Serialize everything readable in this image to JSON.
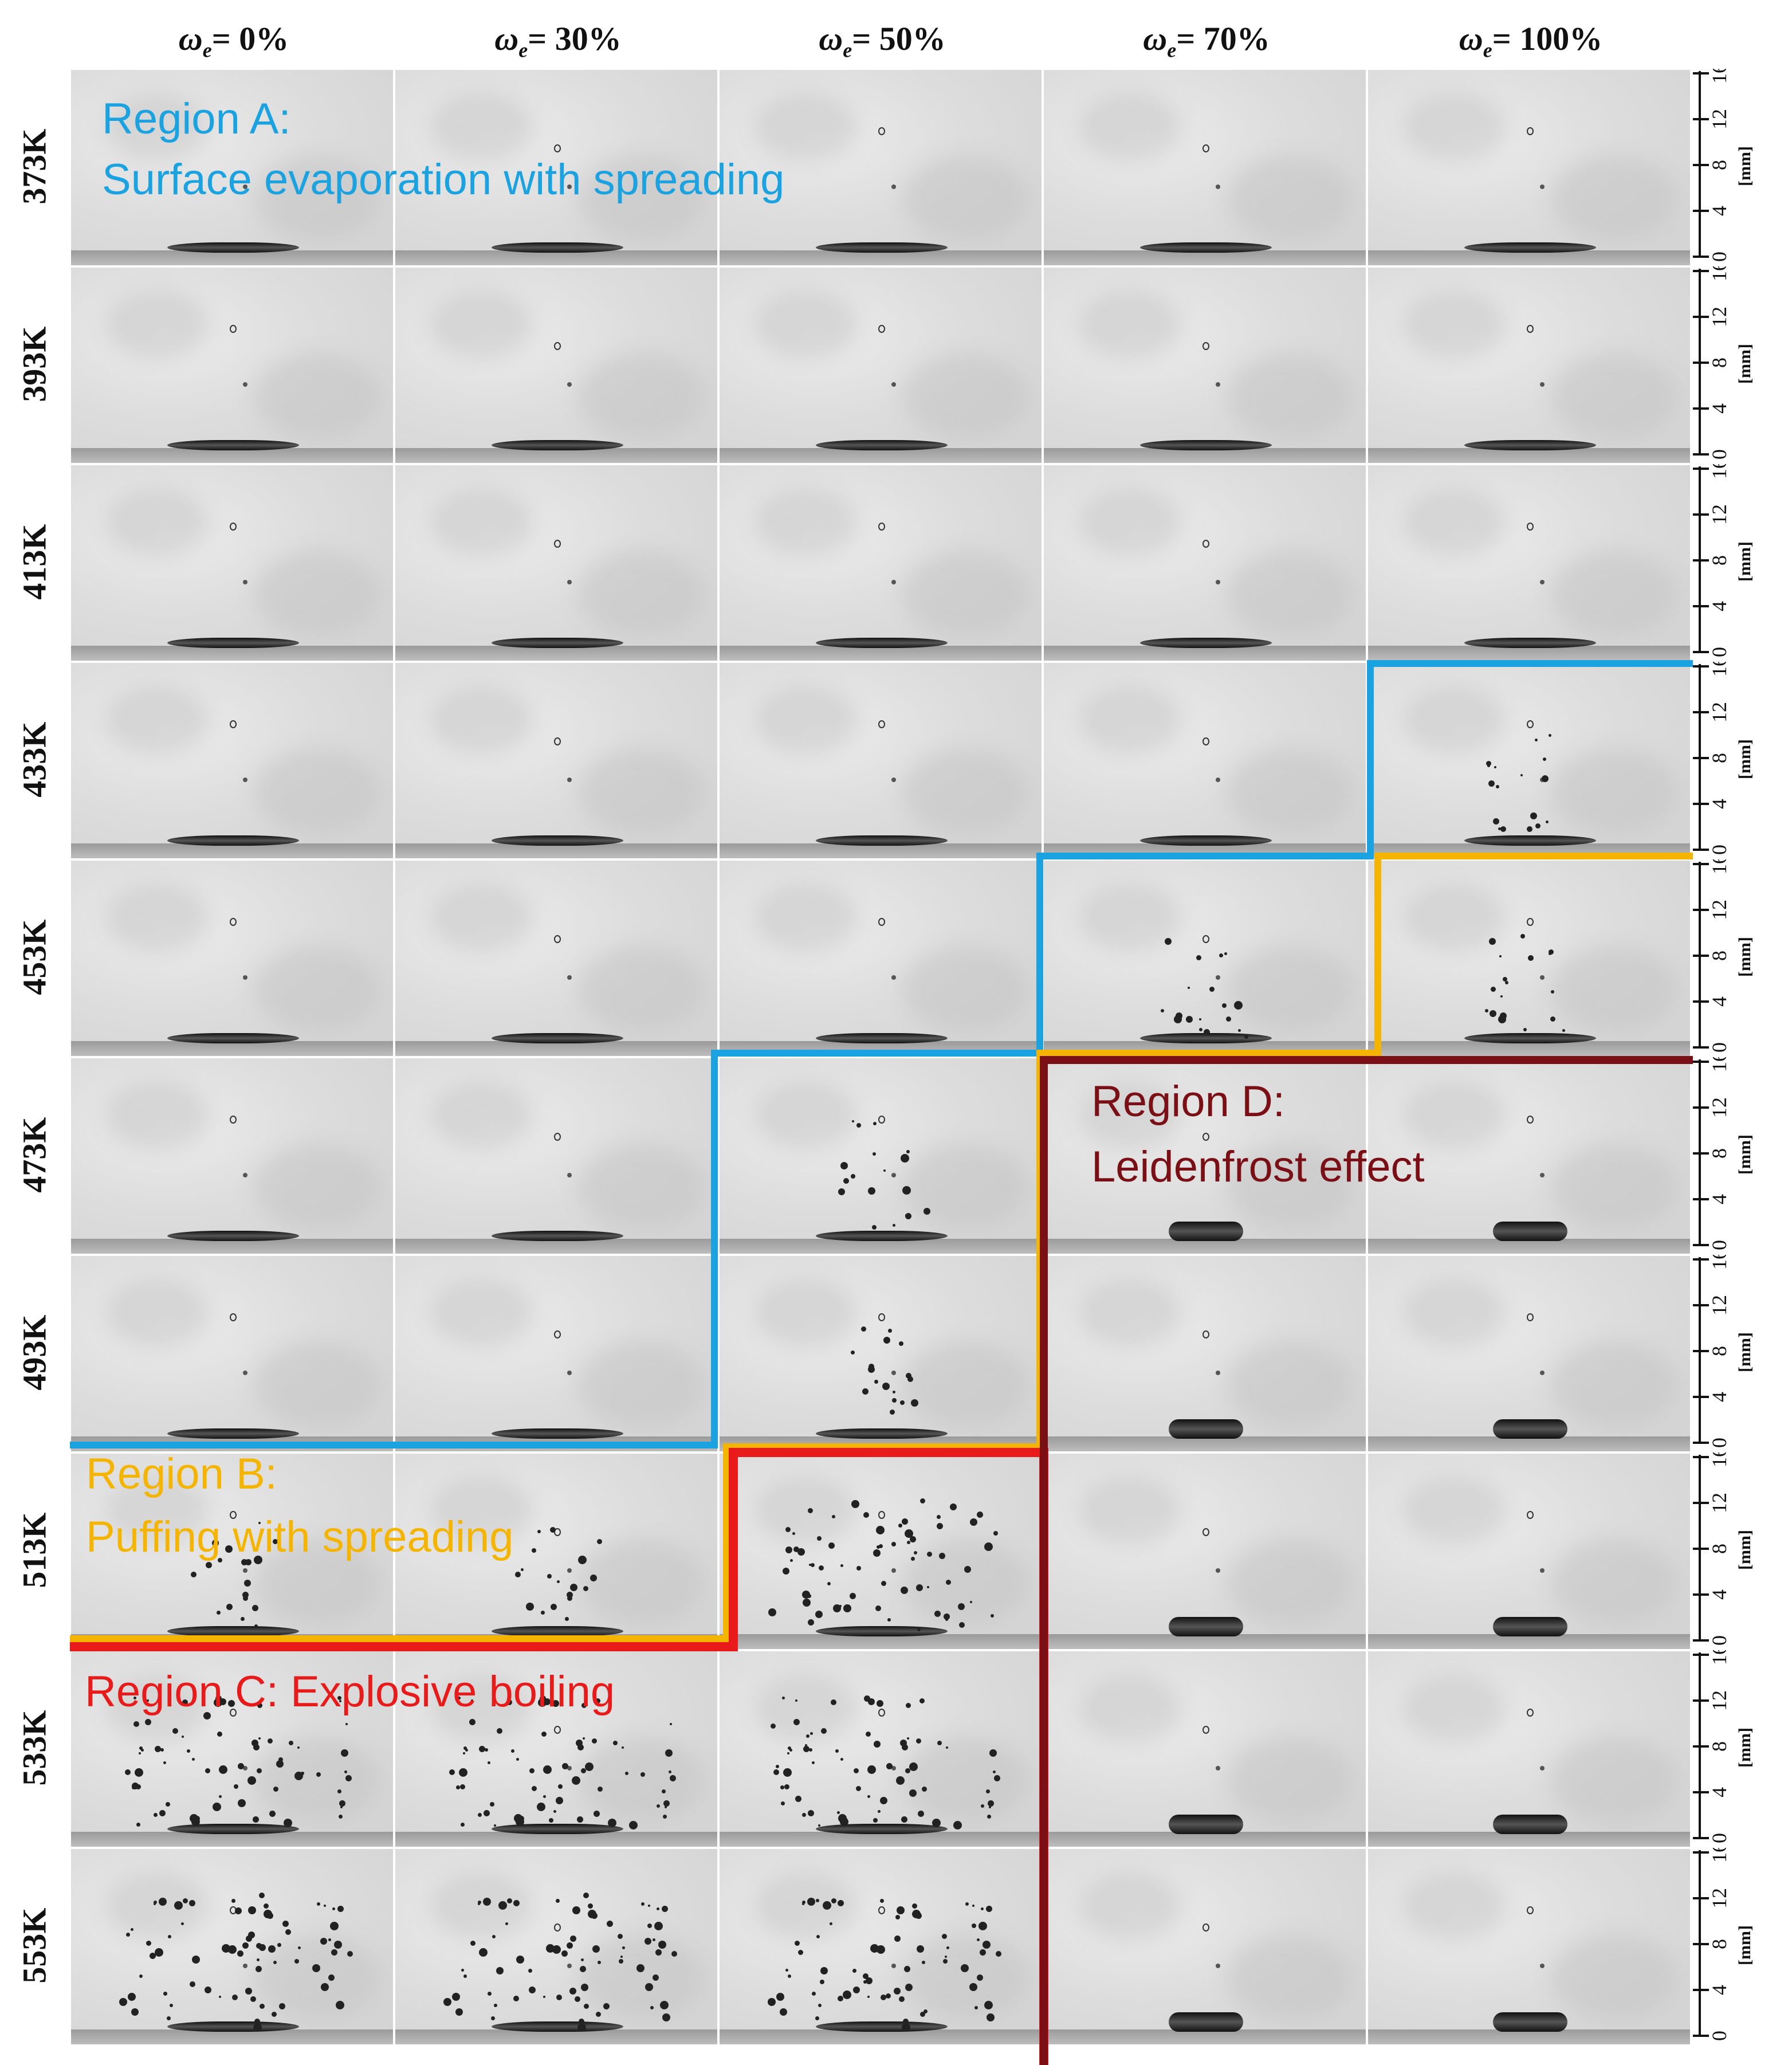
{
  "column_headers": [
    {
      "symbol": "ω",
      "sub": "e",
      "value": "= 0%"
    },
    {
      "symbol": "ω",
      "sub": "e",
      "value": "= 30%"
    },
    {
      "symbol": "ω",
      "sub": "e",
      "value": "= 50%"
    },
    {
      "symbol": "ω",
      "sub": "e",
      "value": "= 70%"
    },
    {
      "symbol": "ω",
      "sub": "e",
      "value": "= 100%"
    }
  ],
  "row_labels": [
    "373K",
    "393K",
    "413K",
    "433K",
    "453K",
    "473K",
    "493K",
    "513K",
    "533K",
    "553K"
  ],
  "scale": {
    "ticks": [
      "0",
      "4",
      "8",
      "12",
      "16"
    ],
    "unit": "[mm]"
  },
  "regions": {
    "a": {
      "title": "Region A:",
      "desc": "Surface evaporation with spreading",
      "color": "#1aa3e0"
    },
    "b": {
      "title": "Region B:",
      "desc": "Puffing with spreading",
      "color": "#f5b400"
    },
    "c": {
      "title": "Region C: Explosive boiling",
      "color": "#e81a1a"
    },
    "d": {
      "title": "Region D:",
      "desc": "Leidenfrost effect",
      "color": "#7a0f16"
    }
  },
  "cell_regime": [
    [
      "A",
      "A",
      "A",
      "A",
      "A"
    ],
    [
      "A",
      "A",
      "A",
      "A",
      "A"
    ],
    [
      "A",
      "A",
      "A",
      "A",
      "A"
    ],
    [
      "A",
      "A",
      "A",
      "A",
      "B"
    ],
    [
      "A",
      "A",
      "A",
      "B",
      "B"
    ],
    [
      "A",
      "A",
      "B",
      "D",
      "D"
    ],
    [
      "A",
      "A",
      "B",
      "D",
      "D"
    ],
    [
      "B",
      "B",
      "C",
      "D",
      "D"
    ],
    [
      "C",
      "C",
      "C",
      "D",
      "D"
    ],
    [
      "C",
      "C",
      "C",
      "D",
      "D"
    ]
  ]
}
